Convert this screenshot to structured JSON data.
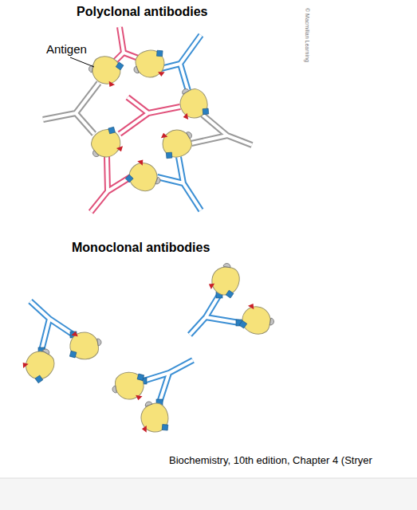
{
  "diagram": {
    "caption": "Biochemistry, 10th edition, Chapter 4 (Stryer",
    "labels": [
      "Polyclonal antibodies",
      "Antigen",
      "© Macmillan Learning",
      "Monoclonal antibodies"
    ]
  }
}
